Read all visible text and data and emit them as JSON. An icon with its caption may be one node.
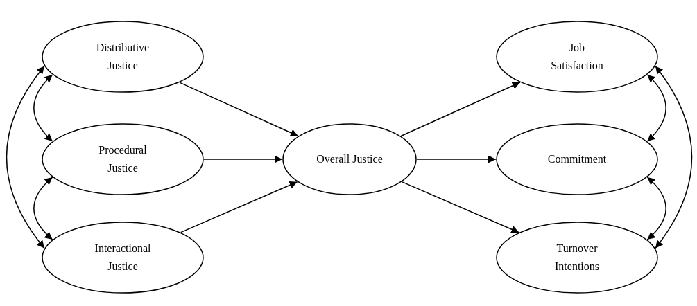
{
  "diagram": {
    "nodes": [
      {
        "text": [
          "Distributive Justice"
        ]
      },
      {
        "text": [
          "Procedural Justice"
        ]
      },
      {
        "text": [
          "Interactional Justice"
        ]
      },
      {
        "text": [
          "Overall Justice"
        ]
      },
      {
        "text": [
          "Job Satisfaction"
        ]
      },
      {
        "text": [
          "Commitment"
        ]
      },
      {
        "text": [
          "Turnover Intentions"
        ]
      }
    ],
    "edges": [
      {
        "from": 0,
        "to": 3,
        "arrow": "to"
      },
      {
        "from": 1,
        "to": 3,
        "arrow": "to"
      },
      {
        "from": 2,
        "to": 3,
        "arrow": "to"
      },
      {
        "from": 3,
        "to": 4,
        "arrow": "to"
      },
      {
        "from": 3,
        "to": 5,
        "arrow": "to"
      },
      {
        "from": 3,
        "to": 6,
        "arrow": "to"
      },
      {
        "from": 0,
        "to": 1,
        "arrow": "both"
      },
      {
        "from": 1,
        "to": 2,
        "arrow": "both"
      },
      {
        "from": 0,
        "to": 2,
        "arrow": "both"
      },
      {
        "from": 4,
        "to": 5,
        "arrow": "both"
      },
      {
        "from": 5,
        "to": 6,
        "arrow": "both"
      },
      {
        "from": 4,
        "to": 6,
        "arrow": "both"
      }
    ]
  }
}
